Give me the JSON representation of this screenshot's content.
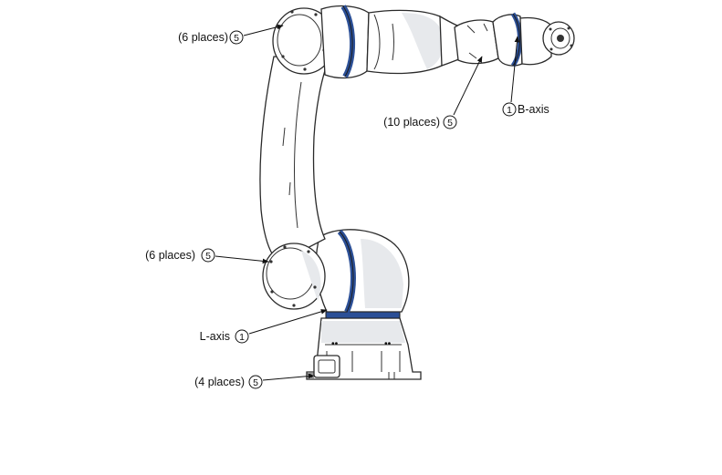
{
  "colors": {
    "seal_band": "#2b4f96",
    "outline": "#2a2a2a",
    "shade": "#e7e9ec"
  },
  "callouts": {
    "upper_arm_cover": {
      "text": "(6 places)",
      "number": "5"
    },
    "wrist_bolts": {
      "text": "(10 places)",
      "number": "5"
    },
    "b_axis": {
      "text": "B-axis",
      "number": "1"
    },
    "lower_arm_cover": {
      "text": "(6 places)",
      "number": "5"
    },
    "l_axis": {
      "text": "L-axis",
      "number": "1"
    },
    "base_bolts": {
      "text": "(4 places)",
      "number": "5"
    }
  },
  "base_marks": [
    "••",
    "••"
  ]
}
